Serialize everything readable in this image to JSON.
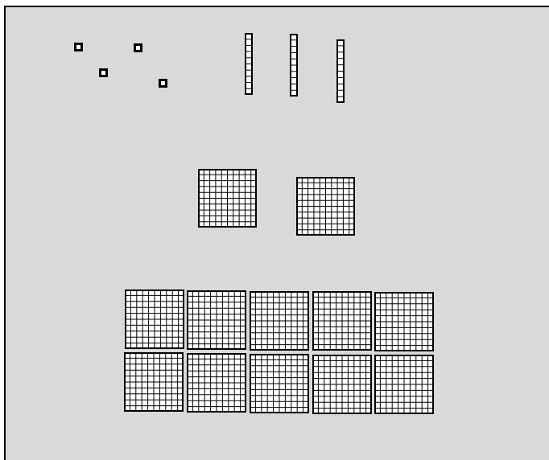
{
  "diagram": {
    "kind": "base-ten-blocks",
    "colors": {
      "background": "#d9d9d9",
      "outline": "#000000",
      "cell_fill": "#ffffff",
      "frame": "#000000"
    },
    "groups": [
      {
        "name": "units",
        "block": "unit-cube",
        "count": 4,
        "cells_per_block": 1
      },
      {
        "name": "tens",
        "block": "rod",
        "count": 3,
        "cells_per_block": 10
      },
      {
        "name": "hundreds",
        "block": "flat",
        "count": 2,
        "cells_per_block": 100
      },
      {
        "name": "thousand",
        "block": "flat",
        "count": 10,
        "cells_per_block": 100
      }
    ]
  }
}
